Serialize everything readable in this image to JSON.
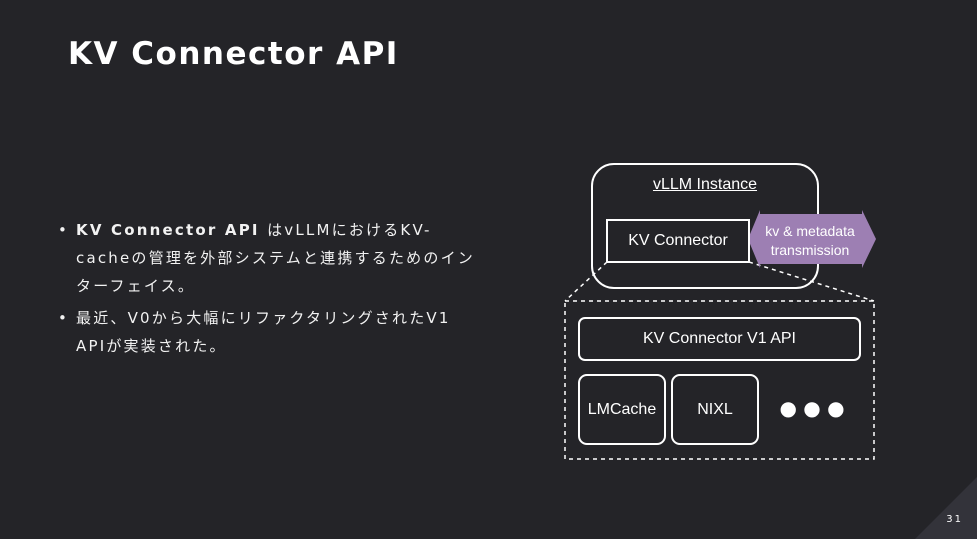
{
  "slide": {
    "title": "KV Connector API",
    "page_number": "31"
  },
  "bullets": [
    {
      "bold": "KV Connector API ",
      "text": "はvLLMにおけるKV-cacheの管理を外部システムと連携するためのインターフェイス。"
    },
    {
      "bold": "",
      "text": "最近、V0から大幅にリファクタリングされたV1 APIが実装された。"
    }
  ],
  "diagram": {
    "instance_label": "vLLM Instance",
    "connector_label": "KV Connector",
    "arrow_label": "kv & metadata transmission",
    "api_label": "KV Connector V1 API",
    "impl_1": "LMCache",
    "impl_2": "NIXL",
    "more": "● ● ●",
    "arrow_color": "#9d7fb3"
  }
}
